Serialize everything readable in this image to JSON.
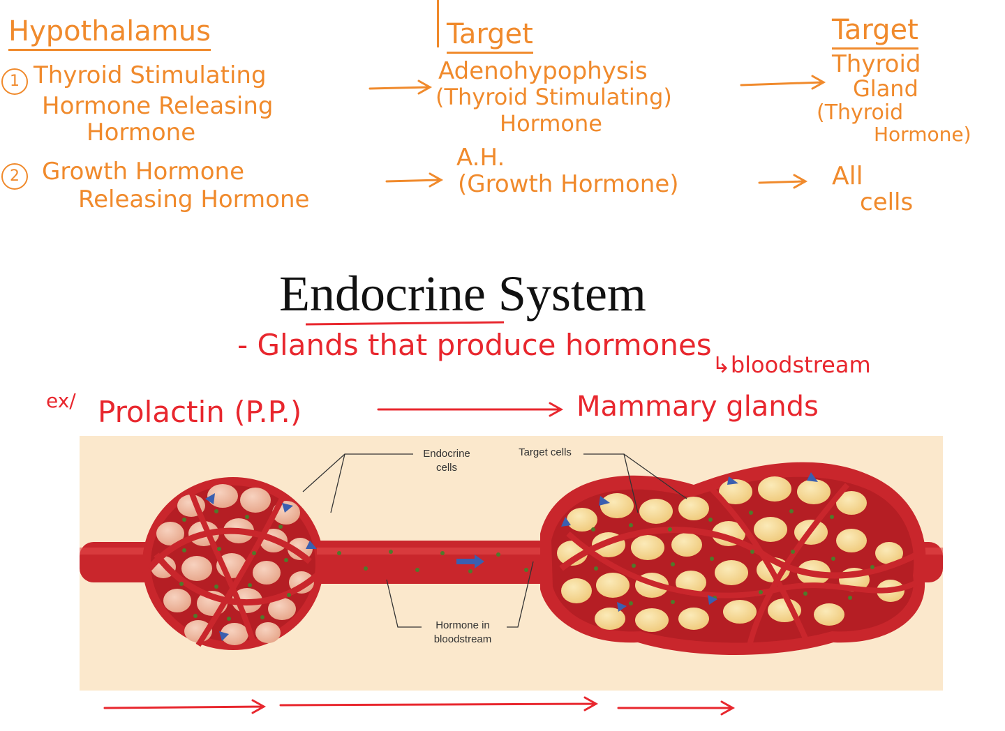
{
  "notes": {
    "col1": {
      "header": "Hypothalamus",
      "item1_number": "1",
      "item1_lines": [
        "Thyroid Stimulating",
        "Hormone Releasing",
        "Hormone"
      ],
      "item2_number": "2",
      "item2_lines": [
        "Growth Hormone",
        "Releasing Hormone"
      ]
    },
    "col2": {
      "header": "Target",
      "item1_lines": [
        "Adenohypophysis",
        "(Thyroid Stimulating)",
        "Hormone"
      ],
      "item2_lines": [
        "A.H.",
        "(Growth Hormone)"
      ]
    },
    "col3": {
      "header": "Target",
      "item1_lines": [
        "Thyroid",
        "Gland",
        "(Thyroid",
        "Hormone)"
      ],
      "item2_lines": [
        "All",
        "cells"
      ]
    }
  },
  "slide": {
    "title": "Endocrine System",
    "bullet": "- Glands that produce hormones",
    "bullet_sub": "↳bloodstream",
    "example_prefix": "ex/",
    "example_source": "Prolactin (P.P.)",
    "example_target": "Mammary glands"
  },
  "diagram": {
    "label_endocrine_cells": [
      "Endocrine",
      "cells"
    ],
    "label_target_cells": "Target cells",
    "label_hormone": [
      "Hormone in",
      "bloodstream"
    ]
  },
  "colors": {
    "orange_ink": "#f08a2c",
    "red_ink": "#e8272e",
    "vessel": "#c9262c",
    "endocrine_cell": "#efb9a0",
    "target_cell": "#f6dc9a",
    "hormone_dot": "#4f7a2b",
    "flow_arrow": "#3a5fb0",
    "diagram_bg": "#fbe8cc"
  },
  "icons": [
    "arrow-right-icon",
    "flow-arrow-icon",
    "circled-number-icon"
  ]
}
